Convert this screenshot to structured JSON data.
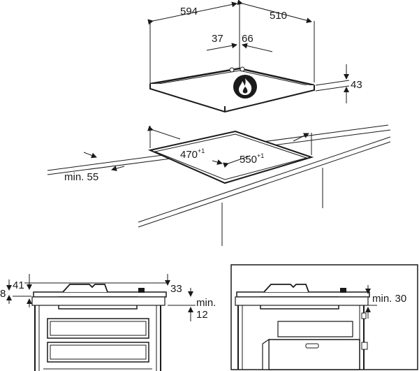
{
  "hob_top_view": {
    "width": "594",
    "depth": "510",
    "offset_left": "37",
    "offset_right": "66",
    "height": "43",
    "flame_icon": "gas-flame-icon"
  },
  "cutout": {
    "depth": "470",
    "depth_tol": "+1",
    "width": "550",
    "width_tol": "+1",
    "front_min": "min. 55"
  },
  "side_view_left": {
    "top_dim": "41",
    "left_dim": "8",
    "right_dim": "33",
    "min_label": "min.",
    "min_value": "12"
  },
  "side_view_right": {
    "min_label": "min. 30"
  }
}
